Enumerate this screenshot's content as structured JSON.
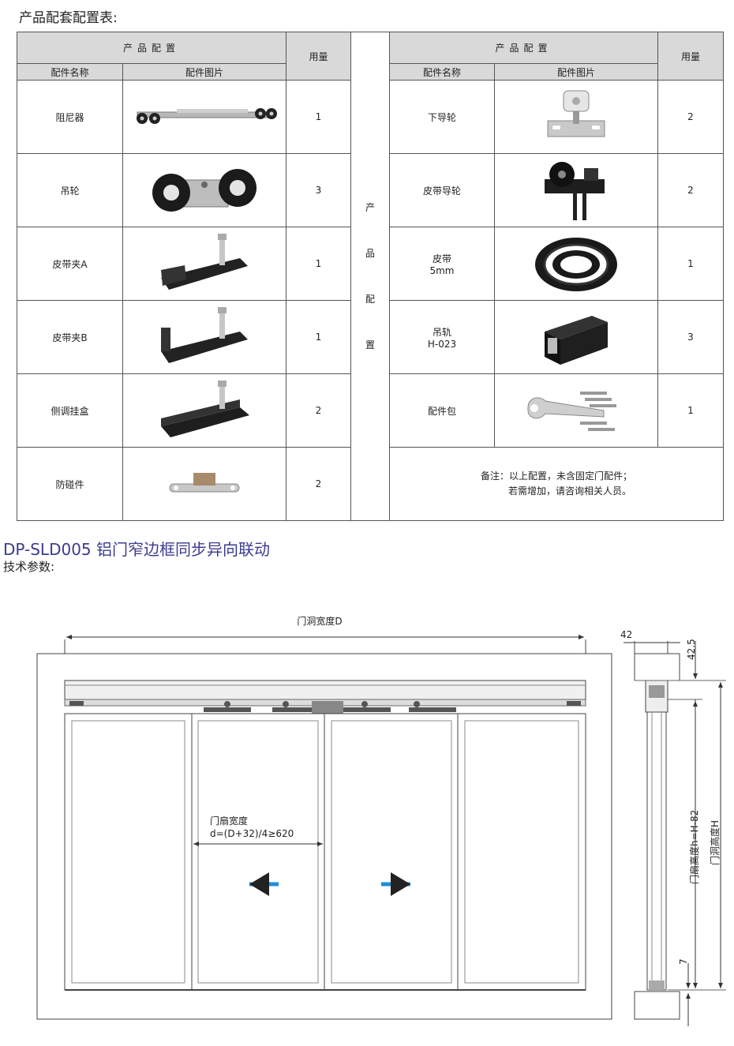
{
  "page_title": "产品配套配置表:",
  "table": {
    "left": {
      "header": "产品配置",
      "col_name": "配件名称",
      "col_image": "配件图片",
      "col_qty": "用量"
    },
    "right": {
      "header": "产品配置",
      "col_name": "配件名称",
      "col_image": "配件图片",
      "col_qty": "用量"
    },
    "middle_chars": [
      "产",
      "品",
      "配",
      "置"
    ],
    "rows": [
      {
        "left_name": "阻尼器",
        "left_icon": "damper-icon",
        "left_qty": "1",
        "right_name": "下导轮",
        "right_name2": "",
        "right_icon": "lower-guide-wheel-icon",
        "right_qty": "2"
      },
      {
        "left_name": "吊轮",
        "left_icon": "hanging-wheel-icon",
        "left_qty": "3",
        "right_name": "皮带导轮",
        "right_name2": "",
        "right_icon": "belt-guide-wheel-icon",
        "right_qty": "2"
      },
      {
        "left_name": "皮带夹A",
        "left_icon": "belt-clamp-a-icon",
        "left_qty": "1",
        "right_name": "皮带",
        "right_name2": "5mm",
        "right_icon": "belt-roll-icon",
        "right_qty": "1"
      },
      {
        "left_name": "皮带夹B",
        "left_icon": "belt-clamp-b-icon",
        "left_qty": "1",
        "right_name": "吊轨",
        "right_name2": "H-023",
        "right_icon": "track-rail-icon",
        "right_qty": "3"
      },
      {
        "left_name": "侧调挂盒",
        "left_icon": "side-hanger-box-icon",
        "left_qty": "2",
        "right_name": "配件包",
        "right_name2": "",
        "right_icon": "accessory-pack-icon",
        "right_qty": "1"
      }
    ],
    "last_row": {
      "left_name": "防碰件",
      "left_icon": "bumper-icon",
      "left_qty": "2",
      "note_line1": "备注：以上配置，未含固定门配件；",
      "note_line2": "若需增加，请咨询相关人员。"
    }
  },
  "product": {
    "model_title": "DP-SLD005  铝门窄边框同步异向联动",
    "params_label": "技术参数:"
  },
  "drawing": {
    "door_width_label": "门洞宽度D",
    "leaf_width_label": "门扇宽度",
    "leaf_width_formula": "d=(D+32)/4≥620",
    "dim_42": "42",
    "dim_42_5": "42.5",
    "dim_7": "7",
    "leaf_height_label": "门扇高度h=H-82",
    "opening_height_label": "门洞高度H",
    "arrow_color": "#1e8fd8"
  }
}
